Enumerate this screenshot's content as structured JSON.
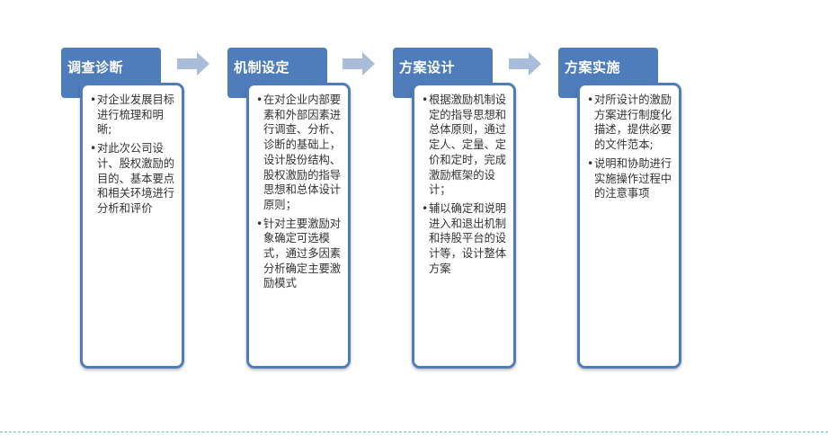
{
  "stages": [
    {
      "title": "调查诊断",
      "items": [
        "对企业发展目标进行梳理和明晰;",
        "对此次公司设计、股权激励的目的、基本要点和相关环境进行分析和评价"
      ]
    },
    {
      "title": "机制设定",
      "items": [
        "在对企业内部要素和外部因素进行调查、分析、诊断的基础上，设计股份结构、股权激励的指导思想和总体设计原则；",
        "针对主要激励对象确定可选模式，通过多因素分析确定主要激励模式"
      ]
    },
    {
      "title": "方案设计",
      "items": [
        "根据激励机制设定的指导思想和总体原则，通过定人、定量、定价和定时，完成激励框架的设计；",
        "辅以确定和说明进入和退出机制和持股平台的设计等，设计整体方案"
      ]
    },
    {
      "title": "方案实施",
      "items": [
        "对所设计的激励方案进行制度化描述，提供必要的文件范本;",
        "说明和协助进行实施操作过程中的注意事项"
      ]
    }
  ],
  "bullet": "•",
  "colors": {
    "accent": "#4f7dbb",
    "arrow": "#a9bcd9"
  }
}
